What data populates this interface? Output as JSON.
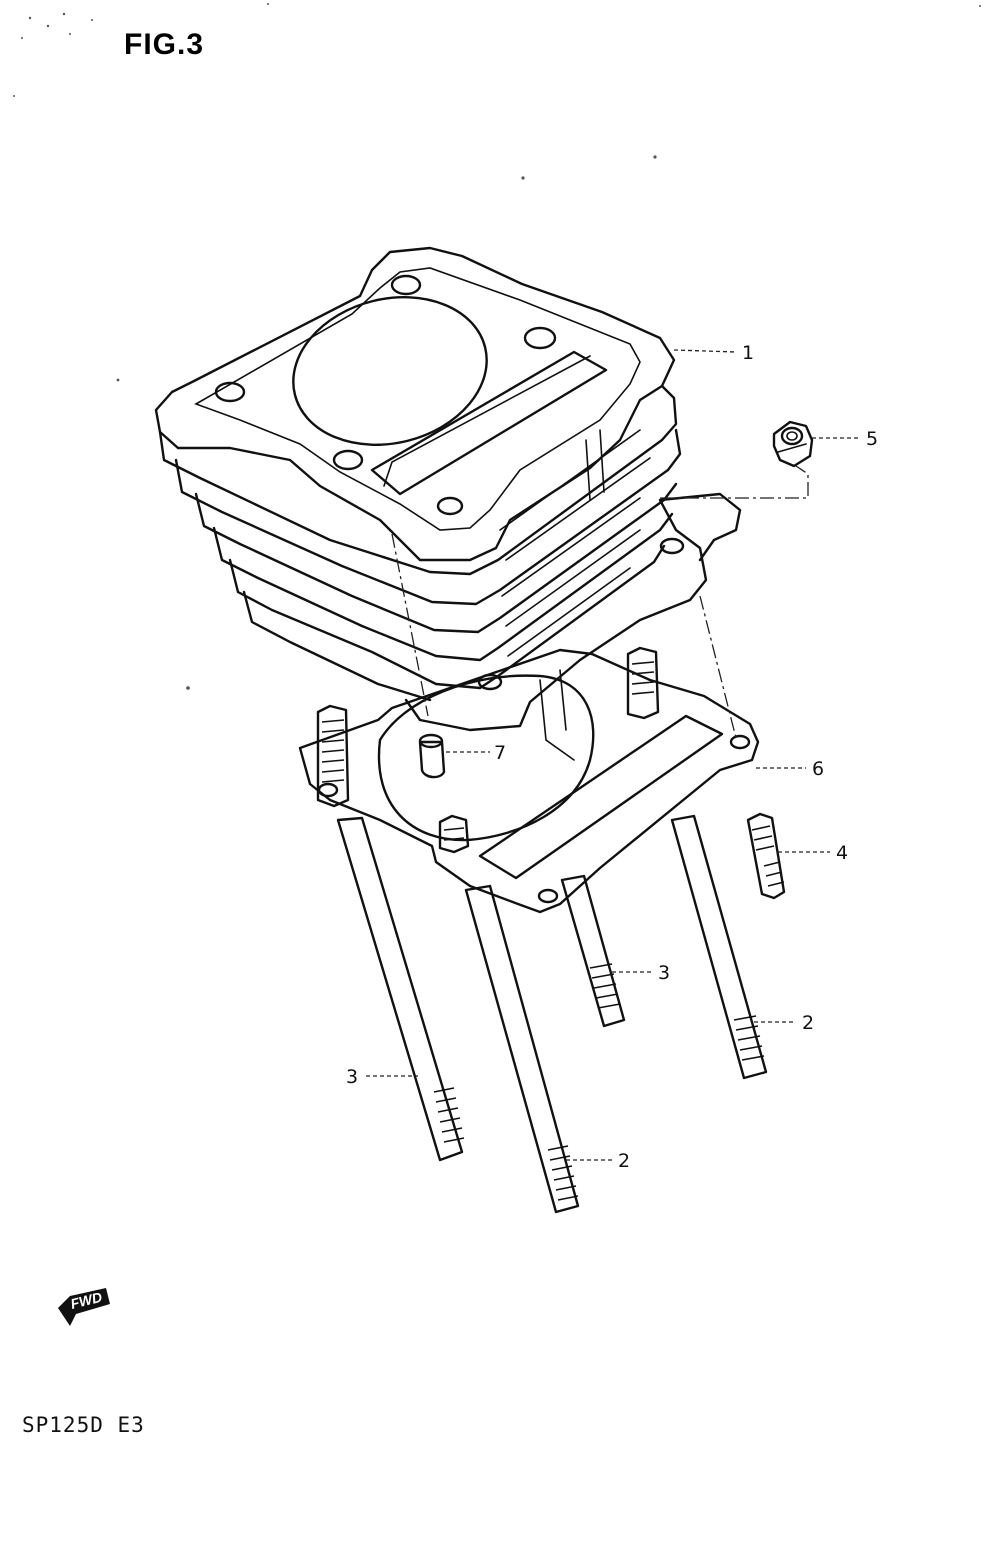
{
  "figure": {
    "title": "FIG.3"
  },
  "footer": {
    "model": "SP125D E3"
  },
  "fwd_marker": {
    "label": "FWD",
    "icon": "fwd-arrow-icon"
  },
  "callouts": [
    {
      "id": "c1",
      "number": "1"
    },
    {
      "id": "c5",
      "number": "5"
    },
    {
      "id": "c6",
      "number": "6"
    },
    {
      "id": "c7",
      "number": "7"
    },
    {
      "id": "c4",
      "number": "4"
    },
    {
      "id": "c3a",
      "number": "3"
    },
    {
      "id": "c2a",
      "number": "2"
    },
    {
      "id": "c3b",
      "number": "3"
    },
    {
      "id": "c2b",
      "number": "2"
    }
  ],
  "parts": [
    {
      "name": "cylinder"
    },
    {
      "name": "cylinder-stud-long"
    },
    {
      "name": "cylinder-stud-short"
    },
    {
      "name": "stud"
    },
    {
      "name": "nut"
    },
    {
      "name": "cylinder-base-gasket"
    },
    {
      "name": "dowel-pin"
    }
  ]
}
